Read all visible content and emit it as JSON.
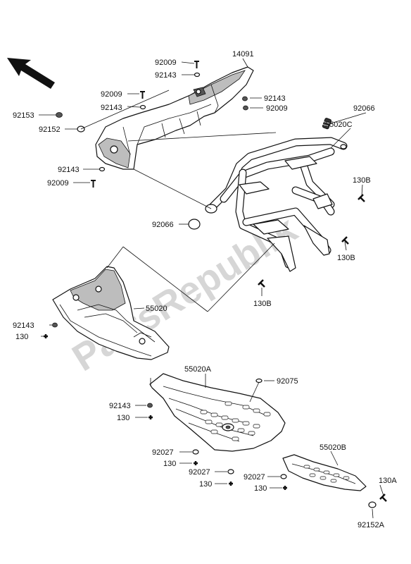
{
  "watermark": "PartsRepublik",
  "direction_icon": "arrow-up-left-icon",
  "labels": [
    {
      "id": "l-14091",
      "text": "14091"
    },
    {
      "id": "l-92009-a",
      "text": "92009"
    },
    {
      "id": "l-92143-a",
      "text": "92143"
    },
    {
      "id": "l-92009-b",
      "text": "92009"
    },
    {
      "id": "l-92143-b",
      "text": "92143"
    },
    {
      "id": "l-92143-c",
      "text": "92143"
    },
    {
      "id": "l-92009-c",
      "text": "92009"
    },
    {
      "id": "l-92153",
      "text": "92153"
    },
    {
      "id": "l-92152",
      "text": "92152"
    },
    {
      "id": "l-92066-a",
      "text": "92066"
    },
    {
      "id": "l-55020c",
      "text": "55020C"
    },
    {
      "id": "l-92143-d",
      "text": "92143"
    },
    {
      "id": "l-92009-d",
      "text": "92009"
    },
    {
      "id": "l-130b-a",
      "text": "130B"
    },
    {
      "id": "l-92066-b",
      "text": "92066"
    },
    {
      "id": "l-130b-b",
      "text": "130B"
    },
    {
      "id": "l-130b-c",
      "text": "130B"
    },
    {
      "id": "l-55020",
      "text": "55020"
    },
    {
      "id": "l-92143-e",
      "text": "92143"
    },
    {
      "id": "l-130-a",
      "text": "130"
    },
    {
      "id": "l-55020a",
      "text": "55020A"
    },
    {
      "id": "l-92075",
      "text": "92075"
    },
    {
      "id": "l-92143-f",
      "text": "92143"
    },
    {
      "id": "l-130-b",
      "text": "130"
    },
    {
      "id": "l-92027-a",
      "text": "92027"
    },
    {
      "id": "l-130-c",
      "text": "130"
    },
    {
      "id": "l-92027-b",
      "text": "92027"
    },
    {
      "id": "l-130-d",
      "text": "130"
    },
    {
      "id": "l-55020b",
      "text": "55020B"
    },
    {
      "id": "l-92027-c",
      "text": "92027"
    },
    {
      "id": "l-130-e",
      "text": "130"
    },
    {
      "id": "l-130a",
      "text": "130A"
    },
    {
      "id": "l-92152a",
      "text": "92152A"
    }
  ]
}
